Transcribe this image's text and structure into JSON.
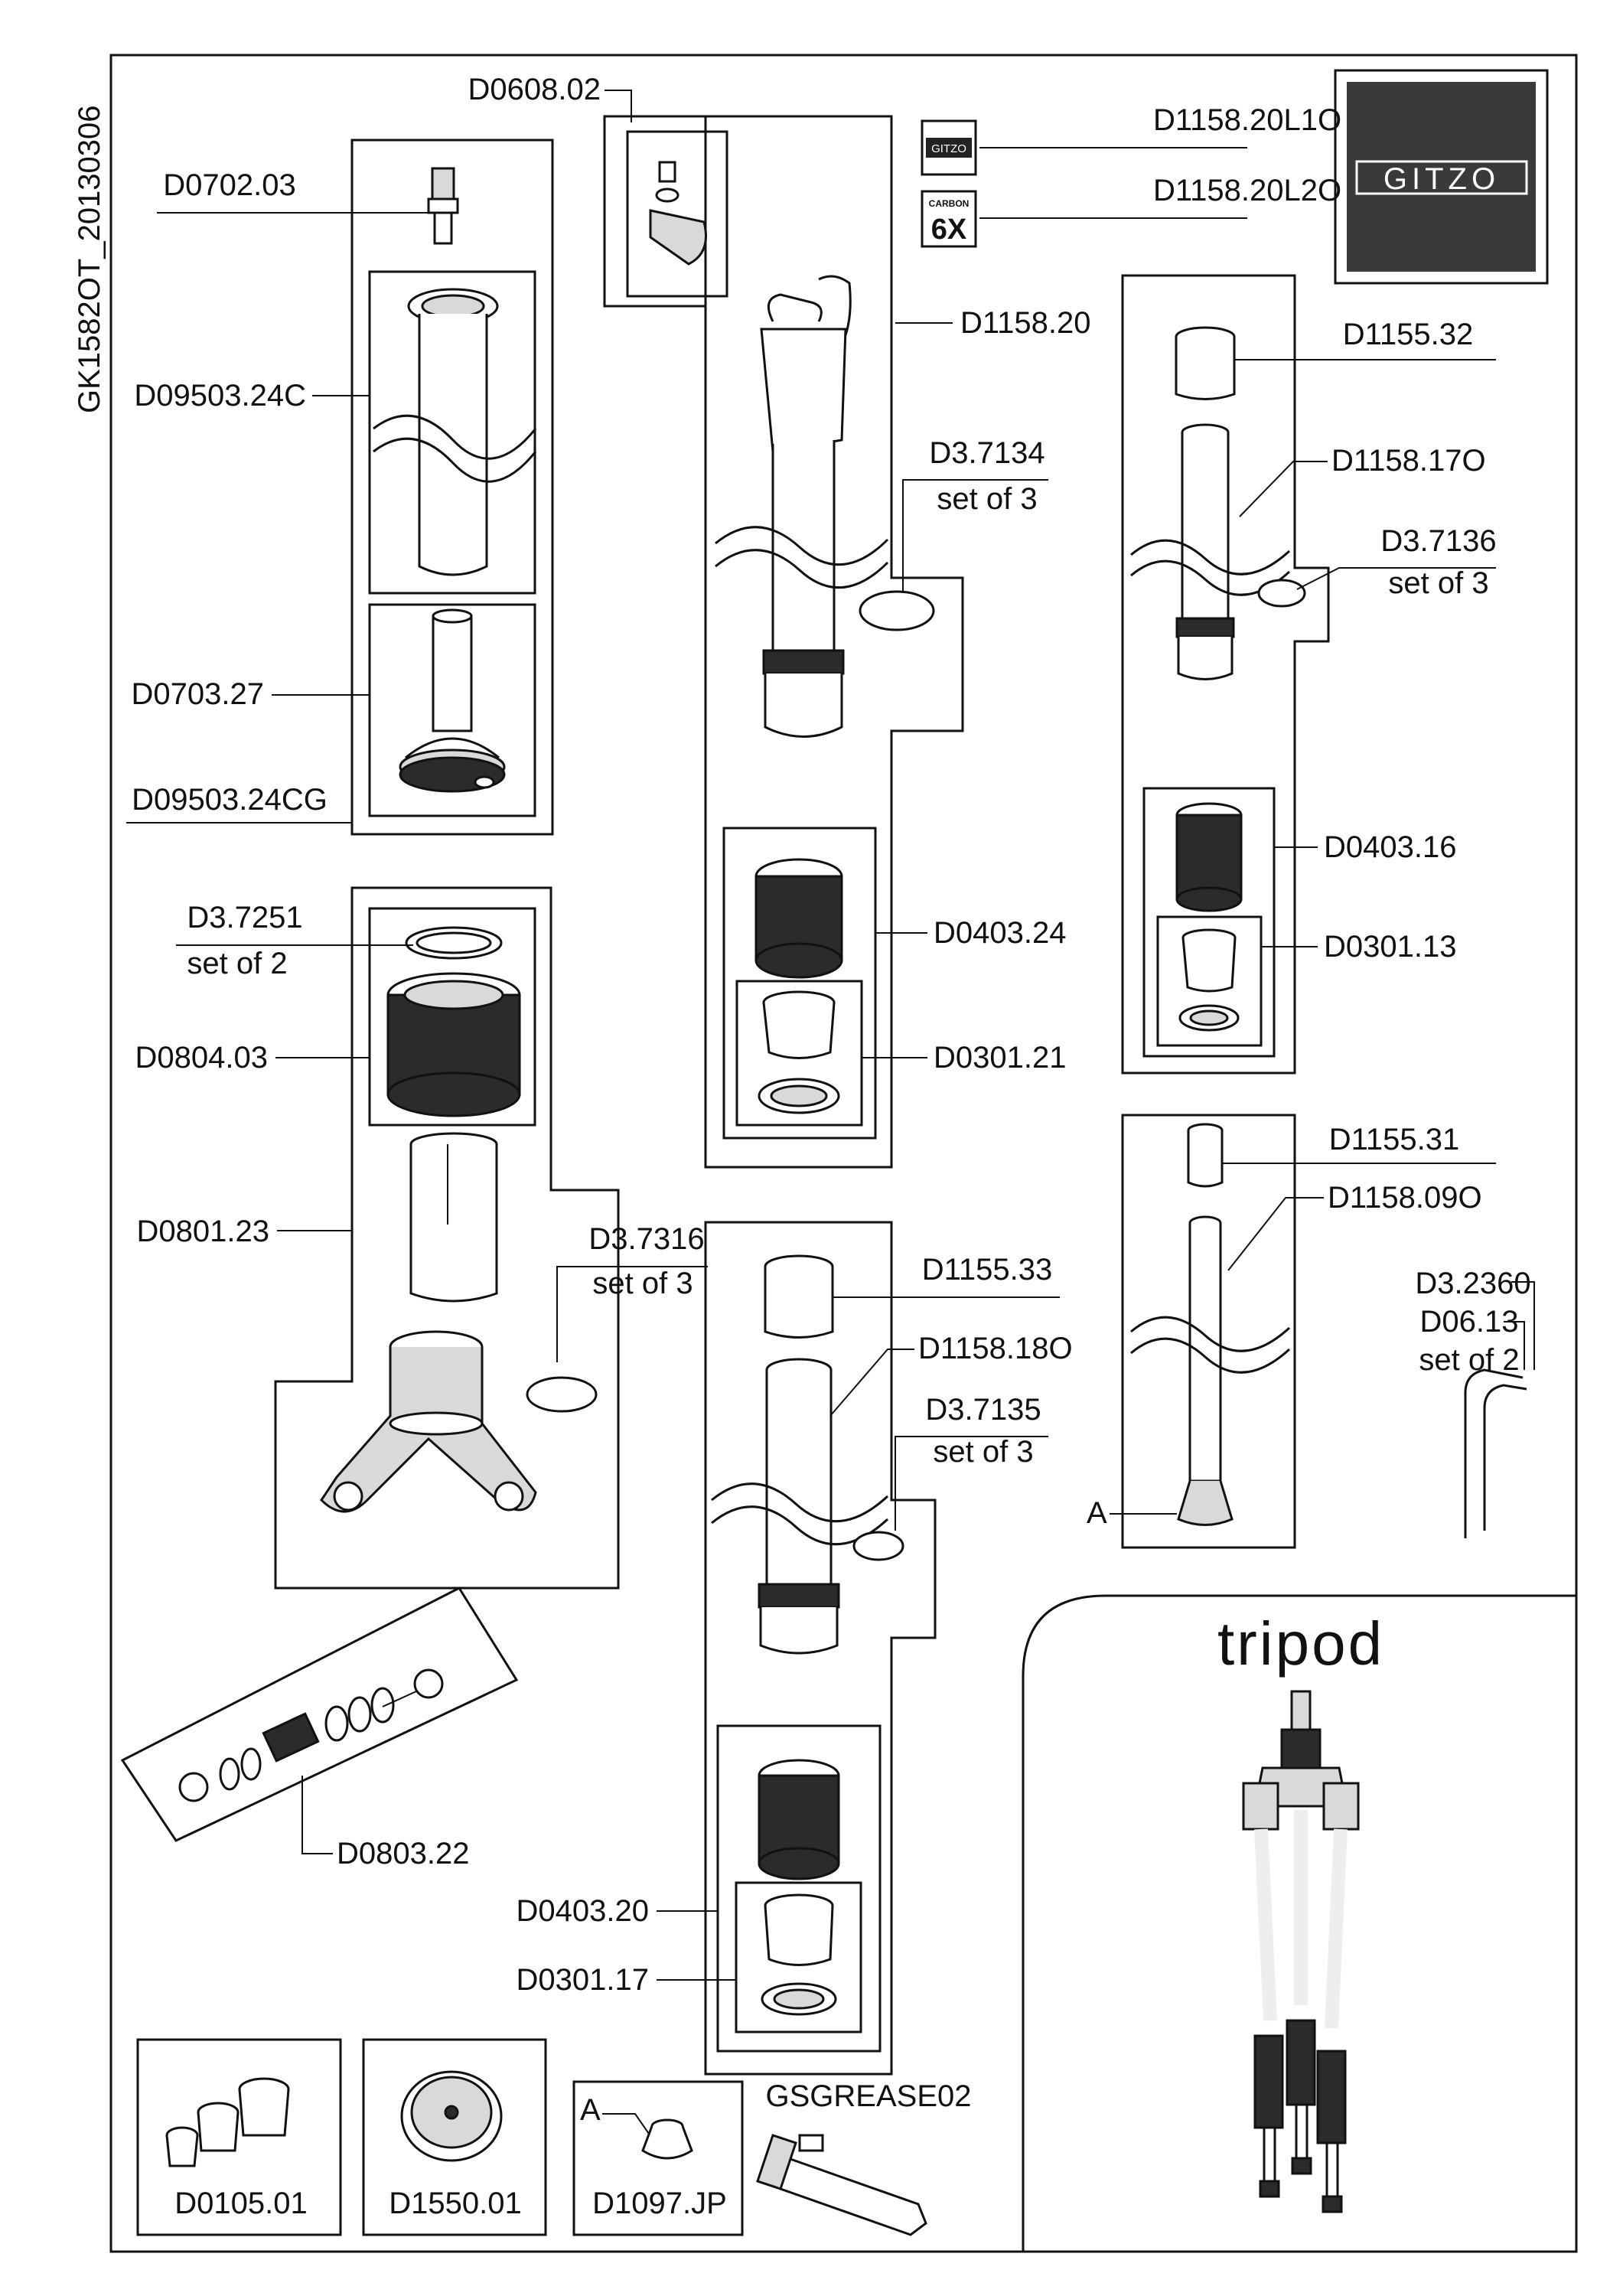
{
  "sheet": {
    "code": "GK1582OT_20130306",
    "brand": "GITZO",
    "tripod_title": "tripod"
  },
  "badges": {
    "carbon_top": "CARBON",
    "carbon_big": "6X",
    "gitzo_small": "GITZO"
  },
  "labels": {
    "D0608_02": "D0608.02",
    "D1158_20L1O": "D1158.20L1O",
    "D1158_20L2O": "D1158.20L2O",
    "D0702_03": "D0702.03",
    "D1158_20": "D1158.20",
    "D1155_32": "D1155.32",
    "D09503_24C": "D09503.24C",
    "D3_7134": "D3.7134",
    "D3_7134_set": "set of 3",
    "D1158_17O": "D1158.17O",
    "D3_7136": "D3.7136",
    "D3_7136_set": "set of 3",
    "D0703_27": "D0703.27",
    "D09503_24CG": "D09503.24CG",
    "D0403_16": "D0403.16",
    "D3_7251": "D3.7251",
    "D3_7251_set": "set of 2",
    "D0403_24": "D0403.24",
    "D0301_13": "D0301.13",
    "D0804_03": "D0804.03",
    "D0301_21": "D0301.21",
    "D1155_31": "D1155.31",
    "D0801_23": "D0801.23",
    "D3_7316": "D3.7316",
    "D3_7316_set": "set of 3",
    "D1158_09O": "D1158.09O",
    "D1155_33": "D1155.33",
    "D3_2360": "D3.2360",
    "D06_13": "D06.13",
    "D06_13_set": "set of 2",
    "D1158_18O": "D1158.18O",
    "D3_7135": "D3.7135",
    "D3_7135_set": "set of 3",
    "A_right": "A",
    "D0803_22": "D0803.22",
    "D0403_20": "D0403.20",
    "D0301_17": "D0301.17",
    "GSGREASE02": "GSGREASE02",
    "A_bottom": "A",
    "D0105_01": "D0105.01",
    "D1550_01": "D1550.01",
    "D1097_JP": "D1097.JP"
  }
}
